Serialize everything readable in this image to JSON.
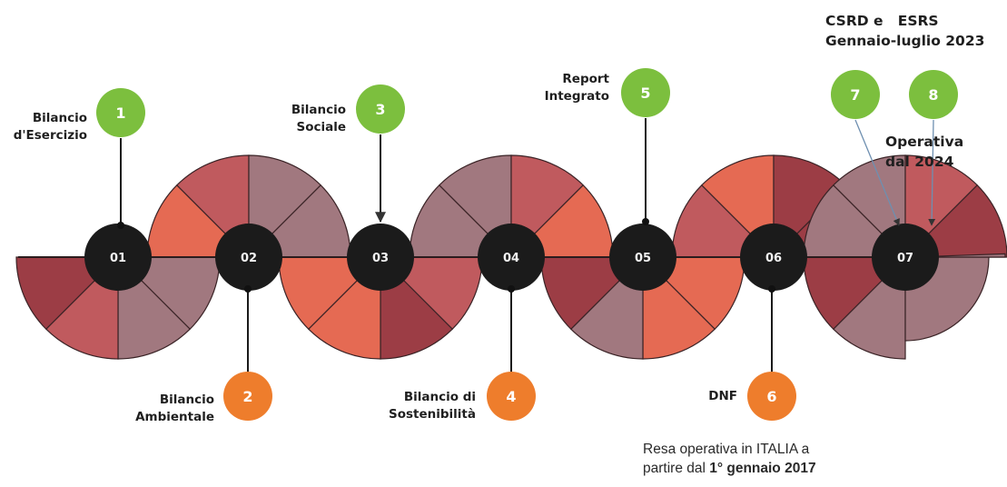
{
  "timeline": {
    "stages": [
      {
        "number": "01"
      },
      {
        "number": "02"
      },
      {
        "number": "03"
      },
      {
        "number": "04"
      },
      {
        "number": "05"
      },
      {
        "number": "06"
      },
      {
        "number": "07"
      }
    ],
    "markers": [
      {
        "number": "1",
        "label": [
          "Bilancio",
          "d'Esercizio"
        ],
        "color": "#7cbf3e"
      },
      {
        "number": "2",
        "label": [
          "Bilancio",
          "Ambientale"
        ],
        "color": "#ee7d2c"
      },
      {
        "number": "3",
        "label": [
          "Bilancio",
          "Sociale"
        ],
        "color": "#7cbf3e"
      },
      {
        "number": "4",
        "label": [
          "Bilancio di",
          "Sostenibilità"
        ],
        "color": "#ee7d2c"
      },
      {
        "number": "5",
        "label": [
          "Report",
          "Integrato"
        ],
        "color": "#7cbf3e"
      },
      {
        "number": "6",
        "label": [
          "DNF"
        ],
        "color": "#ee7d2c"
      },
      {
        "number": "7",
        "color": "#7cbf3e"
      },
      {
        "number": "8",
        "color": "#7cbf3e"
      }
    ],
    "csrd_label": [
      "CSRD e   ESRS",
      "Gennaio-luglio 2023"
    ],
    "operativa_label": [
      "Operativa",
      "dal 2024"
    ],
    "dnf_note": {
      "line1": "Resa operativa in ITALIA a",
      "line2_prefix": "partire dal ",
      "line2_bold": "1° gennaio 2017"
    }
  },
  "colors": {
    "node": "#1b1b1b",
    "wedge_light": "#a1787f",
    "wedge_mid": "#c05a5e",
    "wedge_dark": "#9c3d45",
    "wedge_orange": "#e56a53"
  }
}
